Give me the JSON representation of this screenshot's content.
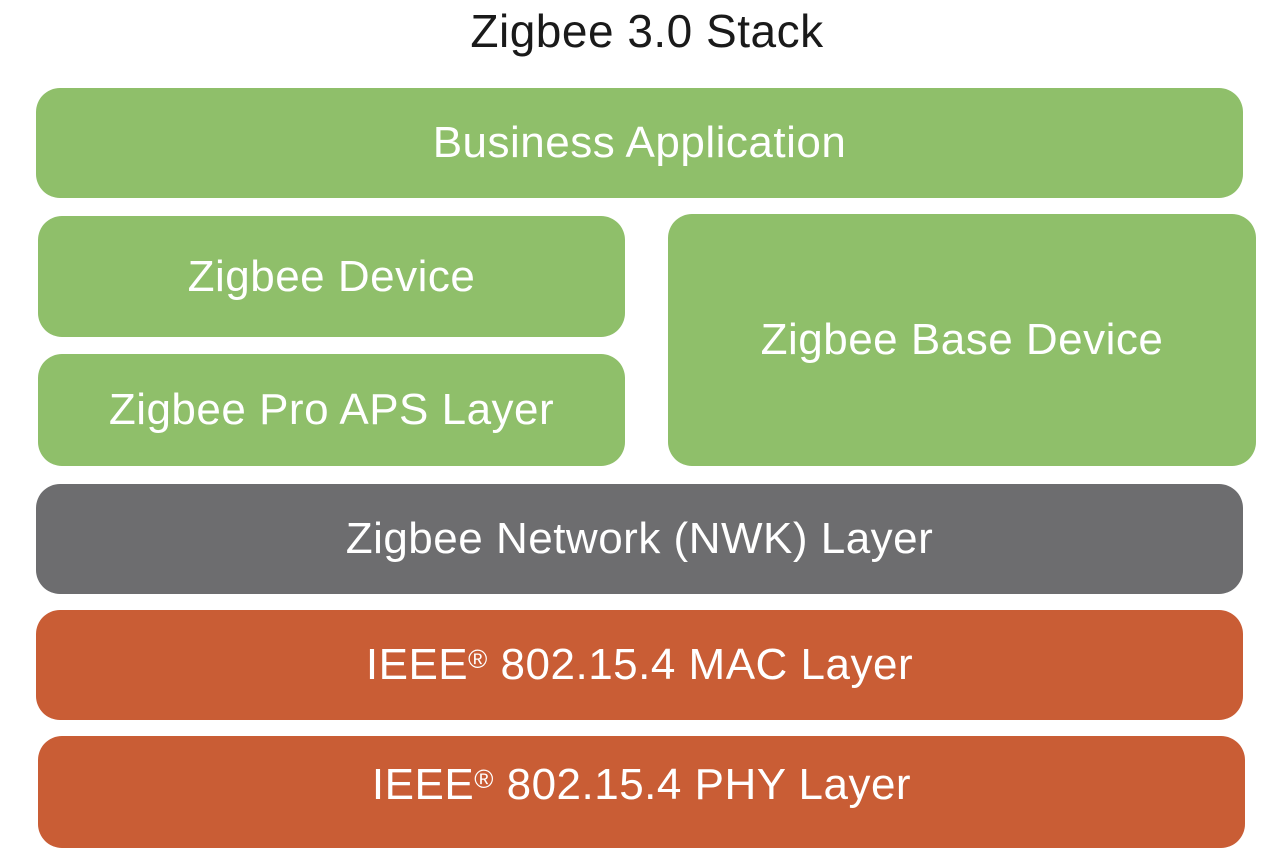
{
  "title": "Zigbee 3.0 Stack",
  "layers": {
    "business_application": "Business Application",
    "zigbee_device": "Zigbee Device",
    "zigbee_pro_aps": "Zigbee Pro APS Layer",
    "zigbee_base_device": "Zigbee Base Device",
    "zigbee_network": "Zigbee Network (NWK) Layer",
    "mac": {
      "prefix": "IEEE",
      "mark": "®",
      "suffix": " 802.15.4 MAC Layer"
    },
    "phy": {
      "prefix": "IEEE",
      "mark": "®",
      "suffix": " 802.15.4 PHY Layer"
    }
  },
  "colors": {
    "application_green": "#8fbf6a",
    "network_gray": "#6d6d6f",
    "ieee_orange": "#c95d35"
  }
}
